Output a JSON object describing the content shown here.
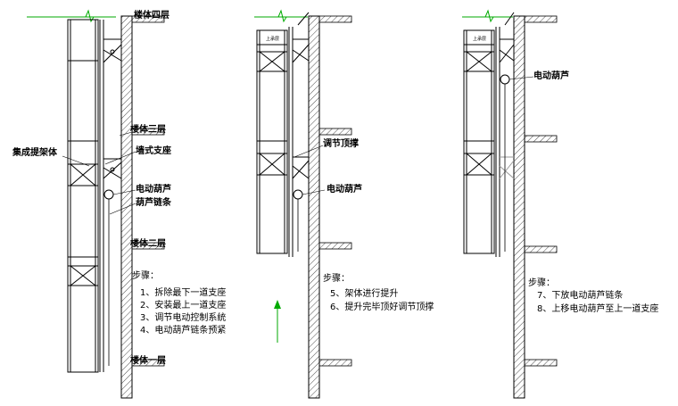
{
  "labels": {
    "floor4": "楼体四层",
    "floor3": "楼体三层",
    "floor2": "楼体二层",
    "floor1": "楼体一层",
    "integrated_frame": "集成提架体",
    "wall_support": "墙式支座",
    "hoist": "电动葫芦",
    "hoist_chain": "葫芦链条",
    "adjust_brace": "调节顶撑",
    "top_tag": "上承层"
  },
  "steps": {
    "title": "步骤：",
    "panel1": [
      "1、拆除最下一道支座",
      "2、安装最上一道支座",
      "3、调节电动控制系统",
      "4、电动葫芦链条预紧"
    ],
    "panel2": [
      "5、架体进行提升",
      "6、提升完毕顶好调节顶撑"
    ],
    "panel3": [
      "7、下放电动葫芦链条",
      "8、上移电动葫芦至上一道支座"
    ]
  },
  "colors": {
    "line": "#000000",
    "accent_green": "#00aa00"
  }
}
